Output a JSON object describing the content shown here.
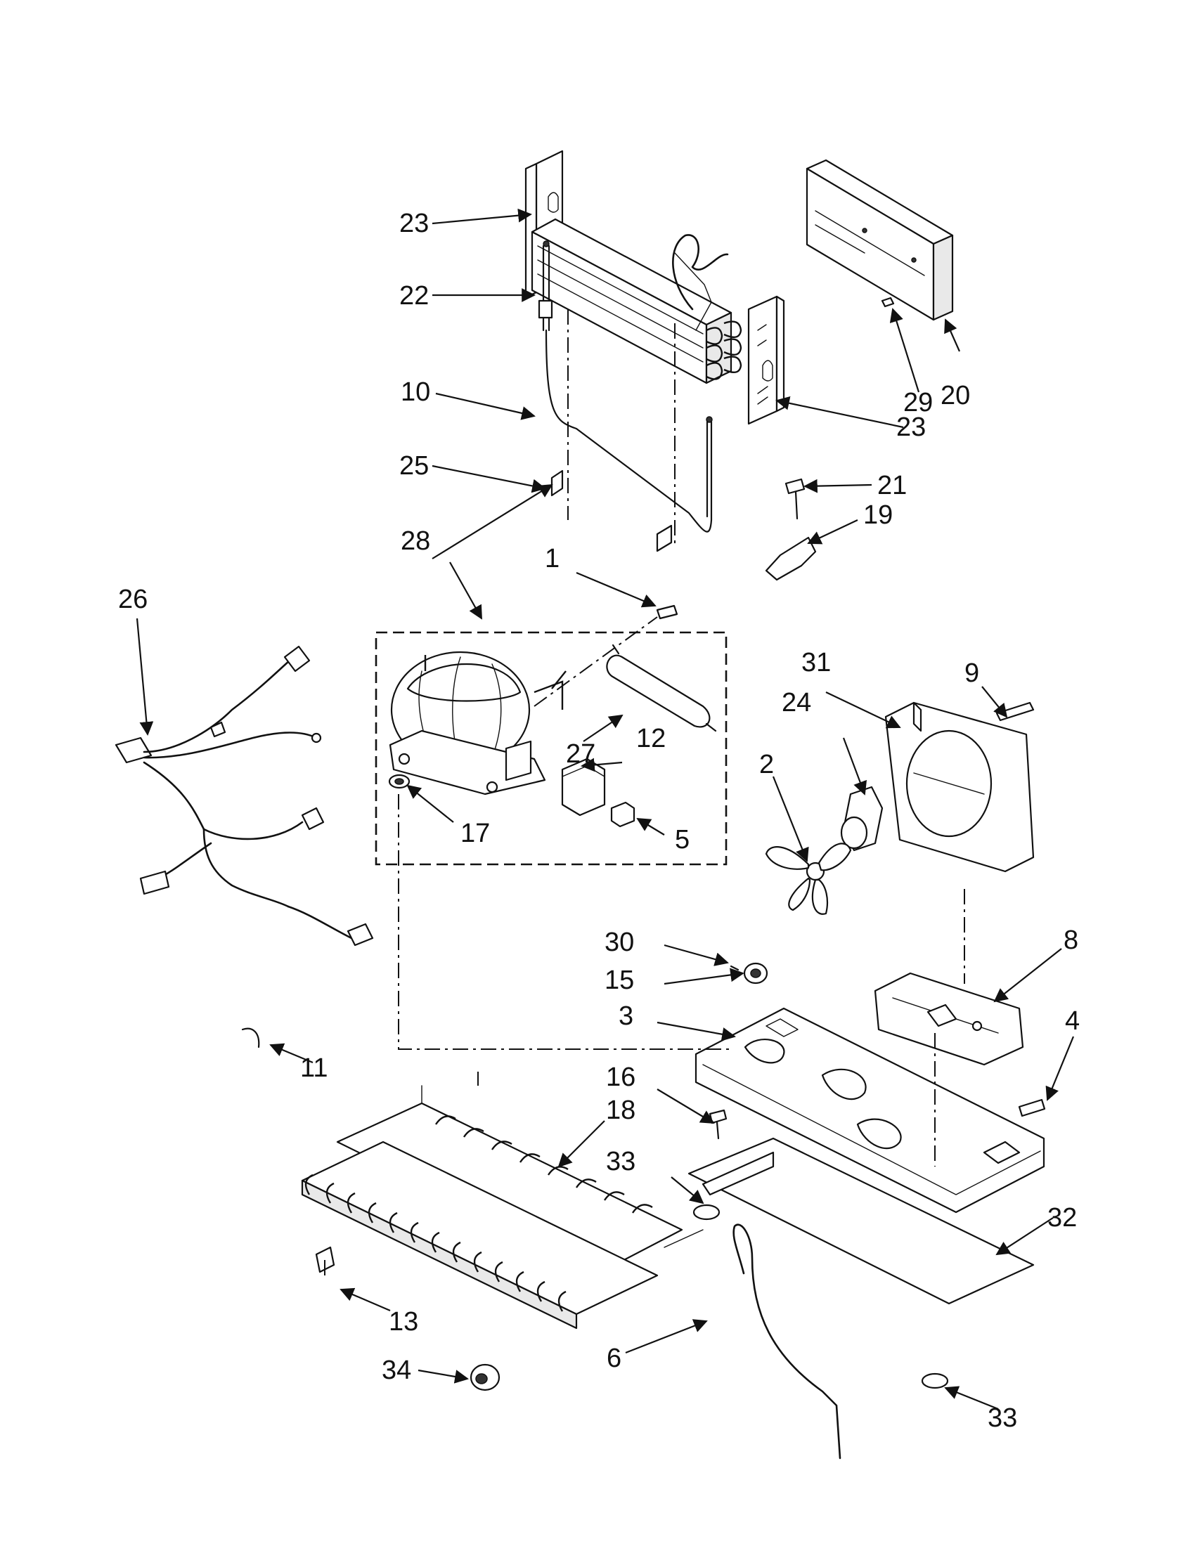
{
  "callouts": {
    "c1": "1",
    "c2": "2",
    "c3": "3",
    "c4": "4",
    "c5": "5",
    "c6": "6",
    "c8": "8",
    "c9": "9",
    "c10": "10",
    "c11": "11",
    "c12": "12",
    "c13": "13",
    "c15": "15",
    "c16": "16",
    "c17": "17",
    "c18": "18",
    "c19": "19",
    "c20": "20",
    "c21": "21",
    "c22": "22",
    "c23a": "23",
    "c23b": "23",
    "c24": "24",
    "c25": "25",
    "c26": "26",
    "c27": "27",
    "c28": "28",
    "c29": "29",
    "c30": "30",
    "c31": "31",
    "c32": "32",
    "c33a": "33",
    "c33b": "33",
    "c34": "34"
  }
}
